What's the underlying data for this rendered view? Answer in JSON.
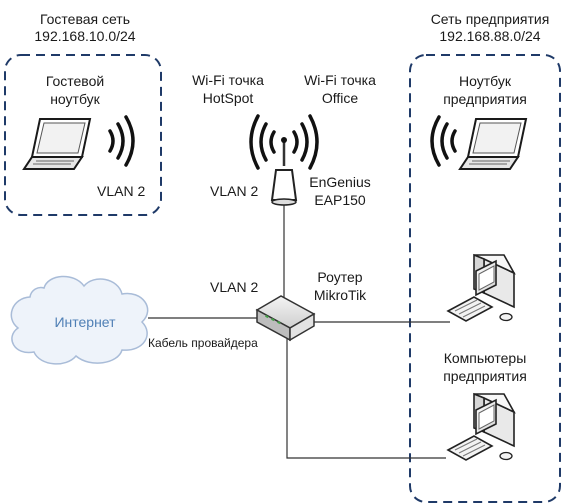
{
  "guest_zone": {
    "title": "Гостевая сеть",
    "subnet": "192.168.10.0/24",
    "device_line1": "Гостевой",
    "device_line2": "ноутбук",
    "vlan": "VLAN 2"
  },
  "enterprise_zone": {
    "title": "Сеть предприятия",
    "subnet": "192.168.88.0/24",
    "laptop_line1": "Ноутбук",
    "laptop_line2": "предприятия",
    "computers_line1": "Компьютеры",
    "computers_line2": "предприятия"
  },
  "access_point": {
    "hotspot_line1": "Wi-Fi точка",
    "hotspot_line2": "HotSpot",
    "office_line1": "Wi-Fi точка",
    "office_line2": "Office",
    "model_line1": "EnGenius",
    "model_line2": "EAP150",
    "vlan": "VLAN 2"
  },
  "router": {
    "name_line1": "Роутер",
    "name_line2": "MikroTik",
    "vlan": "VLAN 2"
  },
  "internet": {
    "label": "Интернет",
    "cable_label": "Кабель провайдера"
  },
  "colors": {
    "zone_border": "#1f3a68",
    "cloud_fill": "#eef3fa",
    "cloud_stroke": "#a9bcd8",
    "line": "#333333"
  }
}
